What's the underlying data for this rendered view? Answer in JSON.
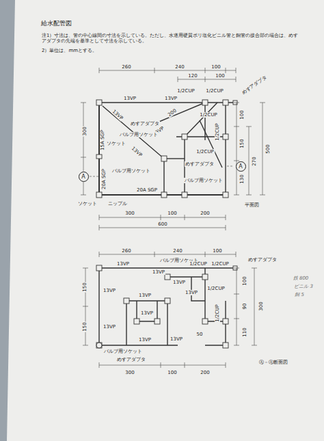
{
  "diagram": {
    "title": "給水配管図",
    "nodes": [
      {
        "text": [
          "A"
        ]
      },
      {
        "text": [
          "A"
        ]
      }
    ],
    "labels": [
      "注1）寸法は、管の中心線間の寸法を示している。ただし、水道用硬質ポリ塩化ビニル管と銅管の接合部の場合は、めすアダプタの先端を基準として寸法を示している。",
      "2）単位は、mmとする。",
      "260",
      "240",
      "100",
      "120",
      "100",
      "13VP",
      "13VP",
      "1/2CUP",
      "1/2CUP",
      "めすアダプタ",
      "13VP",
      "200",
      "めすアダプタ",
      "13VP",
      "バルブ用ソケット",
      "1/2CUP",
      "100",
      "ソケット",
      "13VP",
      "1/2CUP",
      "150",
      "270",
      "500",
      "15A SGP",
      "300",
      "1/2CUP",
      "めすアダプタ",
      "130",
      "バルブ用ソケット",
      "バルブ用ソケット",
      "20A SGP",
      "200",
      "20A SGP",
      "ソケット",
      "ニップル",
      "300",
      "100",
      "200",
      "600",
      "平面図",
      "260",
      "240",
      "100",
      "バルブ用ソケット",
      "1/2CUP",
      "1/2CUP",
      "めすアダプタ",
      "13VP",
      "13VP",
      "13VP",
      "13VP",
      "13VP",
      "13VP",
      "1/2CUP",
      "13VP",
      "1/2CUP",
      "13VP",
      "13VP",
      "13VP",
      "100",
      "90",
      "110",
      "300",
      "50",
      "150",
      "150",
      "バルブ用ソケット",
      "めすアダプタ",
      "300",
      "100",
      "200",
      "Ⓐ－Ⓐ断面図",
      "鉄 800",
      "ビニル 3",
      "銅 5"
    ]
  }
}
